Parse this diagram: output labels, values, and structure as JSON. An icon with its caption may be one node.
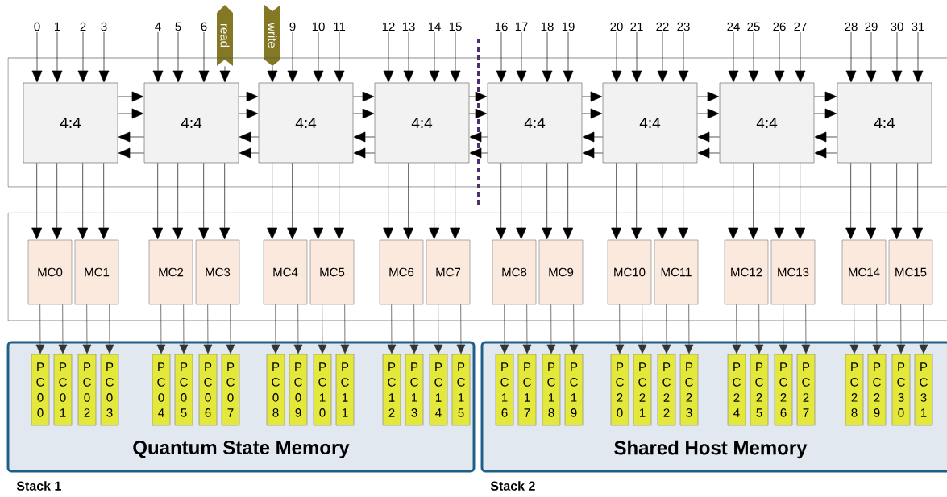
{
  "diagram": {
    "nodes": [
      {
        "text": [
          "0"
        ]
      },
      {
        "text": [
          "1"
        ]
      },
      {
        "text": [
          "2"
        ]
      },
      {
        "text": [
          "3"
        ]
      },
      {
        "text": [
          "4"
        ]
      },
      {
        "text": [
          "5"
        ]
      },
      {
        "text": [
          "6"
        ]
      },
      {
        "text": [
          "read"
        ]
      },
      {
        "text": [
          "write"
        ]
      },
      {
        "text": [
          "9"
        ]
      },
      {
        "text": [
          "10"
        ]
      },
      {
        "text": [
          "11"
        ]
      },
      {
        "text": [
          "12"
        ]
      },
      {
        "text": [
          "13"
        ]
      },
      {
        "text": [
          "14"
        ]
      },
      {
        "text": [
          "15"
        ]
      },
      {
        "text": [
          "16"
        ]
      },
      {
        "text": [
          "17"
        ]
      },
      {
        "text": [
          "18"
        ]
      },
      {
        "text": [
          "19"
        ]
      },
      {
        "text": [
          "20"
        ]
      },
      {
        "text": [
          "21"
        ]
      },
      {
        "text": [
          "22"
        ]
      },
      {
        "text": [
          "23"
        ]
      },
      {
        "text": [
          "24"
        ]
      },
      {
        "text": [
          "25"
        ]
      },
      {
        "text": [
          "26"
        ]
      },
      {
        "text": [
          "27"
        ]
      },
      {
        "text": [
          "28"
        ]
      },
      {
        "text": [
          "29"
        ]
      },
      {
        "text": [
          "30"
        ]
      },
      {
        "text": [
          "31"
        ]
      },
      {
        "text": [],
        "shape": "box"
      },
      {
        "text": [
          "4:4"
        ],
        "in": 32
      },
      {
        "text": [
          "4:4"
        ],
        "in": 32
      },
      {
        "text": [
          "4:4"
        ],
        "in": 32
      },
      {
        "text": [
          "4:4"
        ],
        "in": 32
      },
      {
        "text": [
          "4:4"
        ],
        "in": 32
      },
      {
        "text": [
          "4:4"
        ],
        "in": 32
      },
      {
        "text": [
          "4:4"
        ],
        "in": 32
      },
      {
        "text": [
          "4:4"
        ],
        "in": 32
      },
      {
        "text": [],
        "shape": "box"
      },
      {
        "text": [
          "MC0"
        ],
        "in": 41
      },
      {
        "text": [
          "MC1"
        ],
        "in": 41
      },
      {
        "text": [
          "MC2"
        ],
        "in": 41
      },
      {
        "text": [
          "MC3"
        ],
        "in": 41
      },
      {
        "text": [
          "MC4"
        ],
        "in": 41
      },
      {
        "text": [
          "MC5"
        ],
        "in": 41
      },
      {
        "text": [
          "MC6"
        ],
        "in": 41
      },
      {
        "text": [
          "MC7"
        ],
        "in": 41
      },
      {
        "text": [
          "MC8"
        ],
        "in": 41
      },
      {
        "text": [
          "MC9"
        ],
        "in": 41
      },
      {
        "text": [
          "MC10"
        ],
        "in": 41
      },
      {
        "text": [
          "MC11"
        ],
        "in": 41
      },
      {
        "text": [
          "MC12"
        ],
        "in": 41
      },
      {
        "text": [
          "MC13"
        ],
        "in": 41
      },
      {
        "text": [
          "MC14"
        ],
        "in": 41
      },
      {
        "text": [
          "MC15"
        ],
        "in": 41
      },
      {
        "text": [
          "Quantum State Memory"
        ],
        "beside": [
          "Stack 1"
        ]
      },
      {
        "text": [
          "PC00"
        ],
        "in": 58
      },
      {
        "text": [
          "PC01"
        ],
        "in": 58
      },
      {
        "text": [
          "PC02"
        ],
        "in": 58
      },
      {
        "text": [
          "PC03"
        ],
        "in": 58
      },
      {
        "text": [
          "PC04"
        ],
        "in": 58
      },
      {
        "text": [
          "PC05"
        ],
        "in": 58
      },
      {
        "text": [
          "PC06"
        ],
        "in": 58
      },
      {
        "text": [
          "PC07"
        ],
        "in": 58
      },
      {
        "text": [
          "PC08"
        ],
        "in": 58
      },
      {
        "text": [
          "PC09"
        ],
        "in": 58
      },
      {
        "text": [
          "PC10"
        ],
        "in": 58
      },
      {
        "text": [
          "PC11"
        ],
        "in": 58
      },
      {
        "text": [
          "PC12"
        ],
        "in": 58
      },
      {
        "text": [
          "PC13"
        ],
        "in": 58
      },
      {
        "text": [
          "PC14"
        ],
        "in": 58
      },
      {
        "text": [
          "PC15"
        ],
        "in": 58
      },
      {
        "text": [
          "Shared Host Memory"
        ],
        "beside": [
          "Stack 2"
        ]
      },
      {
        "text": [
          "PC16"
        ],
        "in": 75
      },
      {
        "text": [
          "PC17"
        ],
        "in": 75
      },
      {
        "text": [
          "PC18"
        ],
        "in": 75
      },
      {
        "text": [
          "PC19"
        ],
        "in": 75
      },
      {
        "text": [
          "PC20"
        ],
        "in": 75
      },
      {
        "text": [
          "PC21"
        ],
        "in": 75
      },
      {
        "text": [
          "PC22"
        ],
        "in": 75
      },
      {
        "text": [
          "PC23"
        ],
        "in": 75
      },
      {
        "text": [
          "PC24"
        ],
        "in": 75
      },
      {
        "text": [
          "PC25"
        ],
        "in": 75
      },
      {
        "text": [
          "PC26"
        ],
        "in": 75
      },
      {
        "text": [
          "PC27"
        ],
        "in": 75
      },
      {
        "text": [
          "PC28"
        ],
        "in": 75
      },
      {
        "text": [
          "PC29"
        ],
        "in": 75
      },
      {
        "text": [
          "PC30"
        ],
        "in": 75
      },
      {
        "text": [
          "PC31"
        ],
        "in": 75
      }
    ],
    "edges": [
      {
        "from": 0,
        "to": 33,
        "arrow": "to"
      },
      {
        "from": 1,
        "to": 33,
        "arrow": "to"
      },
      {
        "from": 2,
        "to": 33,
        "arrow": "to"
      },
      {
        "from": 3,
        "to": 33,
        "arrow": "to"
      },
      {
        "from": 4,
        "to": 34,
        "arrow": "to"
      },
      {
        "from": 5,
        "to": 34,
        "arrow": "to"
      },
      {
        "from": 6,
        "to": 34,
        "arrow": "to"
      },
      {
        "from": 7,
        "to": 34,
        "arrow": "to"
      },
      {
        "from": 8,
        "to": 35,
        "arrow": "to"
      },
      {
        "from": 9,
        "to": 35,
        "arrow": "to"
      },
      {
        "from": 10,
        "to": 35,
        "arrow": "to"
      },
      {
        "from": 11,
        "to": 35,
        "arrow": "to"
      },
      {
        "from": 12,
        "to": 36,
        "arrow": "to"
      },
      {
        "from": 13,
        "to": 36,
        "arrow": "to"
      },
      {
        "from": 14,
        "to": 36,
        "arrow": "to"
      },
      {
        "from": 15,
        "to": 36,
        "arrow": "to"
      },
      {
        "from": 16,
        "to": 37,
        "arrow": "to"
      },
      {
        "from": 17,
        "to": 37,
        "arrow": "to"
      },
      {
        "from": 18,
        "to": 37,
        "arrow": "to"
      },
      {
        "from": 19,
        "to": 37,
        "arrow": "to"
      },
      {
        "from": 20,
        "to": 38,
        "arrow": "to"
      },
      {
        "from": 21,
        "to": 38,
        "arrow": "to"
      },
      {
        "from": 22,
        "to": 38,
        "arrow": "to"
      },
      {
        "from": 23,
        "to": 38,
        "arrow": "to"
      },
      {
        "from": 24,
        "to": 39,
        "arrow": "to"
      },
      {
        "from": 25,
        "to": 39,
        "arrow": "to"
      },
      {
        "from": 26,
        "to": 39,
        "arrow": "to"
      },
      {
        "from": 27,
        "to": 39,
        "arrow": "to"
      },
      {
        "from": 28,
        "to": 40,
        "arrow": "to"
      },
      {
        "from": 29,
        "to": 40,
        "arrow": "to"
      },
      {
        "from": 30,
        "to": 40,
        "arrow": "to"
      },
      {
        "from": 31,
        "to": 40,
        "arrow": "to"
      },
      {
        "from": 33,
        "to": 34,
        "arrow": "to"
      },
      {
        "from": 33,
        "to": 34,
        "arrow": "to"
      },
      {
        "from": 34,
        "to": 33,
        "arrow": "to"
      },
      {
        "from": 34,
        "to": 33,
        "arrow": "to"
      },
      {
        "from": 34,
        "to": 35,
        "arrow": "to"
      },
      {
        "from": 34,
        "to": 35,
        "arrow": "to"
      },
      {
        "from": 35,
        "to": 34,
        "arrow": "to"
      },
      {
        "from": 35,
        "to": 34,
        "arrow": "to"
      },
      {
        "from": 35,
        "to": 36,
        "arrow": "to"
      },
      {
        "from": 35,
        "to": 36,
        "arrow": "to"
      },
      {
        "from": 36,
        "to": 35,
        "arrow": "to"
      },
      {
        "from": 36,
        "to": 35,
        "arrow": "to"
      },
      {
        "from": 36,
        "to": 37,
        "arrow": "to"
      },
      {
        "from": 36,
        "to": 37,
        "arrow": "to"
      },
      {
        "from": 37,
        "to": 36,
        "arrow": "to"
      },
      {
        "from": 37,
        "to": 36,
        "arrow": "to"
      },
      {
        "from": 37,
        "to": 38,
        "arrow": "to"
      },
      {
        "from": 37,
        "to": 38,
        "arrow": "to"
      },
      {
        "from": 38,
        "to": 37,
        "arrow": "to"
      },
      {
        "from": 38,
        "to": 37,
        "arrow": "to"
      },
      {
        "from": 38,
        "to": 39,
        "arrow": "to"
      },
      {
        "from": 38,
        "to": 39,
        "arrow": "to"
      },
      {
        "from": 39,
        "to": 38,
        "arrow": "to"
      },
      {
        "from": 39,
        "to": 38,
        "arrow": "to"
      },
      {
        "from": 39,
        "to": 40,
        "arrow": "to"
      },
      {
        "from": 39,
        "to": 40,
        "arrow": "to"
      },
      {
        "from": 40,
        "to": 39,
        "arrow": "to"
      },
      {
        "from": 40,
        "to": 39,
        "arrow": "to"
      },
      {
        "from": 33,
        "to": 42,
        "arrow": "to"
      },
      {
        "from": 33,
        "to": 42,
        "arrow": "to"
      },
      {
        "from": 33,
        "to": 43,
        "arrow": "to"
      },
      {
        "from": 33,
        "to": 43,
        "arrow": "to"
      },
      {
        "from": 34,
        "to": 44,
        "arrow": "to"
      },
      {
        "from": 34,
        "to": 44,
        "arrow": "to"
      },
      {
        "from": 34,
        "to": 45,
        "arrow": "to"
      },
      {
        "from": 34,
        "to": 45,
        "arrow": "to"
      },
      {
        "from": 35,
        "to": 46,
        "arrow": "to"
      },
      {
        "from": 35,
        "to": 46,
        "arrow": "to"
      },
      {
        "from": 35,
        "to": 47,
        "arrow": "to"
      },
      {
        "from": 35,
        "to": 47,
        "arrow": "to"
      },
      {
        "from": 36,
        "to": 48,
        "arrow": "to"
      },
      {
        "from": 36,
        "to": 48,
        "arrow": "to"
      },
      {
        "from": 36,
        "to": 49,
        "arrow": "to"
      },
      {
        "from": 36,
        "to": 49,
        "arrow": "to"
      },
      {
        "from": 37,
        "to": 50,
        "arrow": "to"
      },
      {
        "from": 37,
        "to": 50,
        "arrow": "to"
      },
      {
        "from": 37,
        "to": 51,
        "arrow": "to"
      },
      {
        "from": 37,
        "to": 51,
        "arrow": "to"
      },
      {
        "from": 38,
        "to": 52,
        "arrow": "to"
      },
      {
        "from": 38,
        "to": 52,
        "arrow": "to"
      },
      {
        "from": 38,
        "to": 53,
        "arrow": "to"
      },
      {
        "from": 38,
        "to": 53,
        "arrow": "to"
      },
      {
        "from": 39,
        "to": 54,
        "arrow": "to"
      },
      {
        "from": 39,
        "to": 54,
        "arrow": "to"
      },
      {
        "from": 39,
        "to": 55,
        "arrow": "to"
      },
      {
        "from": 39,
        "to": 55,
        "arrow": "to"
      },
      {
        "from": 40,
        "to": 56,
        "arrow": "to"
      },
      {
        "from": 40,
        "to": 56,
        "arrow": "to"
      },
      {
        "from": 40,
        "to": 57,
        "arrow": "to"
      },
      {
        "from": 40,
        "to": 57,
        "arrow": "to"
      },
      {
        "from": 42,
        "to": 59,
        "arrow": "to"
      },
      {
        "from": 42,
        "to": 60,
        "arrow": "to"
      },
      {
        "from": 43,
        "to": 61,
        "arrow": "to"
      },
      {
        "from": 43,
        "to": 62,
        "arrow": "to"
      },
      {
        "from": 44,
        "to": 63,
        "arrow": "to"
      },
      {
        "from": 44,
        "to": 64,
        "arrow": "to"
      },
      {
        "from": 45,
        "to": 65,
        "arrow": "to"
      },
      {
        "from": 45,
        "to": 66,
        "arrow": "to"
      },
      {
        "from": 46,
        "to": 67,
        "arrow": "to"
      },
      {
        "from": 46,
        "to": 68,
        "arrow": "to"
      },
      {
        "from": 47,
        "to": 69,
        "arrow": "to"
      },
      {
        "from": 47,
        "to": 70,
        "arrow": "to"
      },
      {
        "from": 48,
        "to": 71,
        "arrow": "to"
      },
      {
        "from": 48,
        "to": 72,
        "arrow": "to"
      },
      {
        "from": 49,
        "to": 73,
        "arrow": "to"
      },
      {
        "from": 49,
        "to": 74,
        "arrow": "to"
      },
      {
        "from": 50,
        "to": 76,
        "arrow": "to"
      },
      {
        "from": 50,
        "to": 77,
        "arrow": "to"
      },
      {
        "from": 51,
        "to": 78,
        "arrow": "to"
      },
      {
        "from": 51,
        "to": 79,
        "arrow": "to"
      },
      {
        "from": 52,
        "to": 80,
        "arrow": "to"
      },
      {
        "from": 52,
        "to": 81,
        "arrow": "to"
      },
      {
        "from": 53,
        "to": 82,
        "arrow": "to"
      },
      {
        "from": 53,
        "to": 83,
        "arrow": "to"
      },
      {
        "from": 54,
        "to": 84,
        "arrow": "to"
      },
      {
        "from": 54,
        "to": 85,
        "arrow": "to"
      },
      {
        "from": 55,
        "to": 86,
        "arrow": "to"
      },
      {
        "from": 55,
        "to": 87,
        "arrow": "to"
      },
      {
        "from": 56,
        "to": 88,
        "arrow": "to"
      },
      {
        "from": 56,
        "to": 89,
        "arrow": "to"
      },
      {
        "from": 57,
        "to": 90,
        "arrow": "to"
      },
      {
        "from": 57,
        "to": 91,
        "arrow": "to"
      }
    ]
  }
}
